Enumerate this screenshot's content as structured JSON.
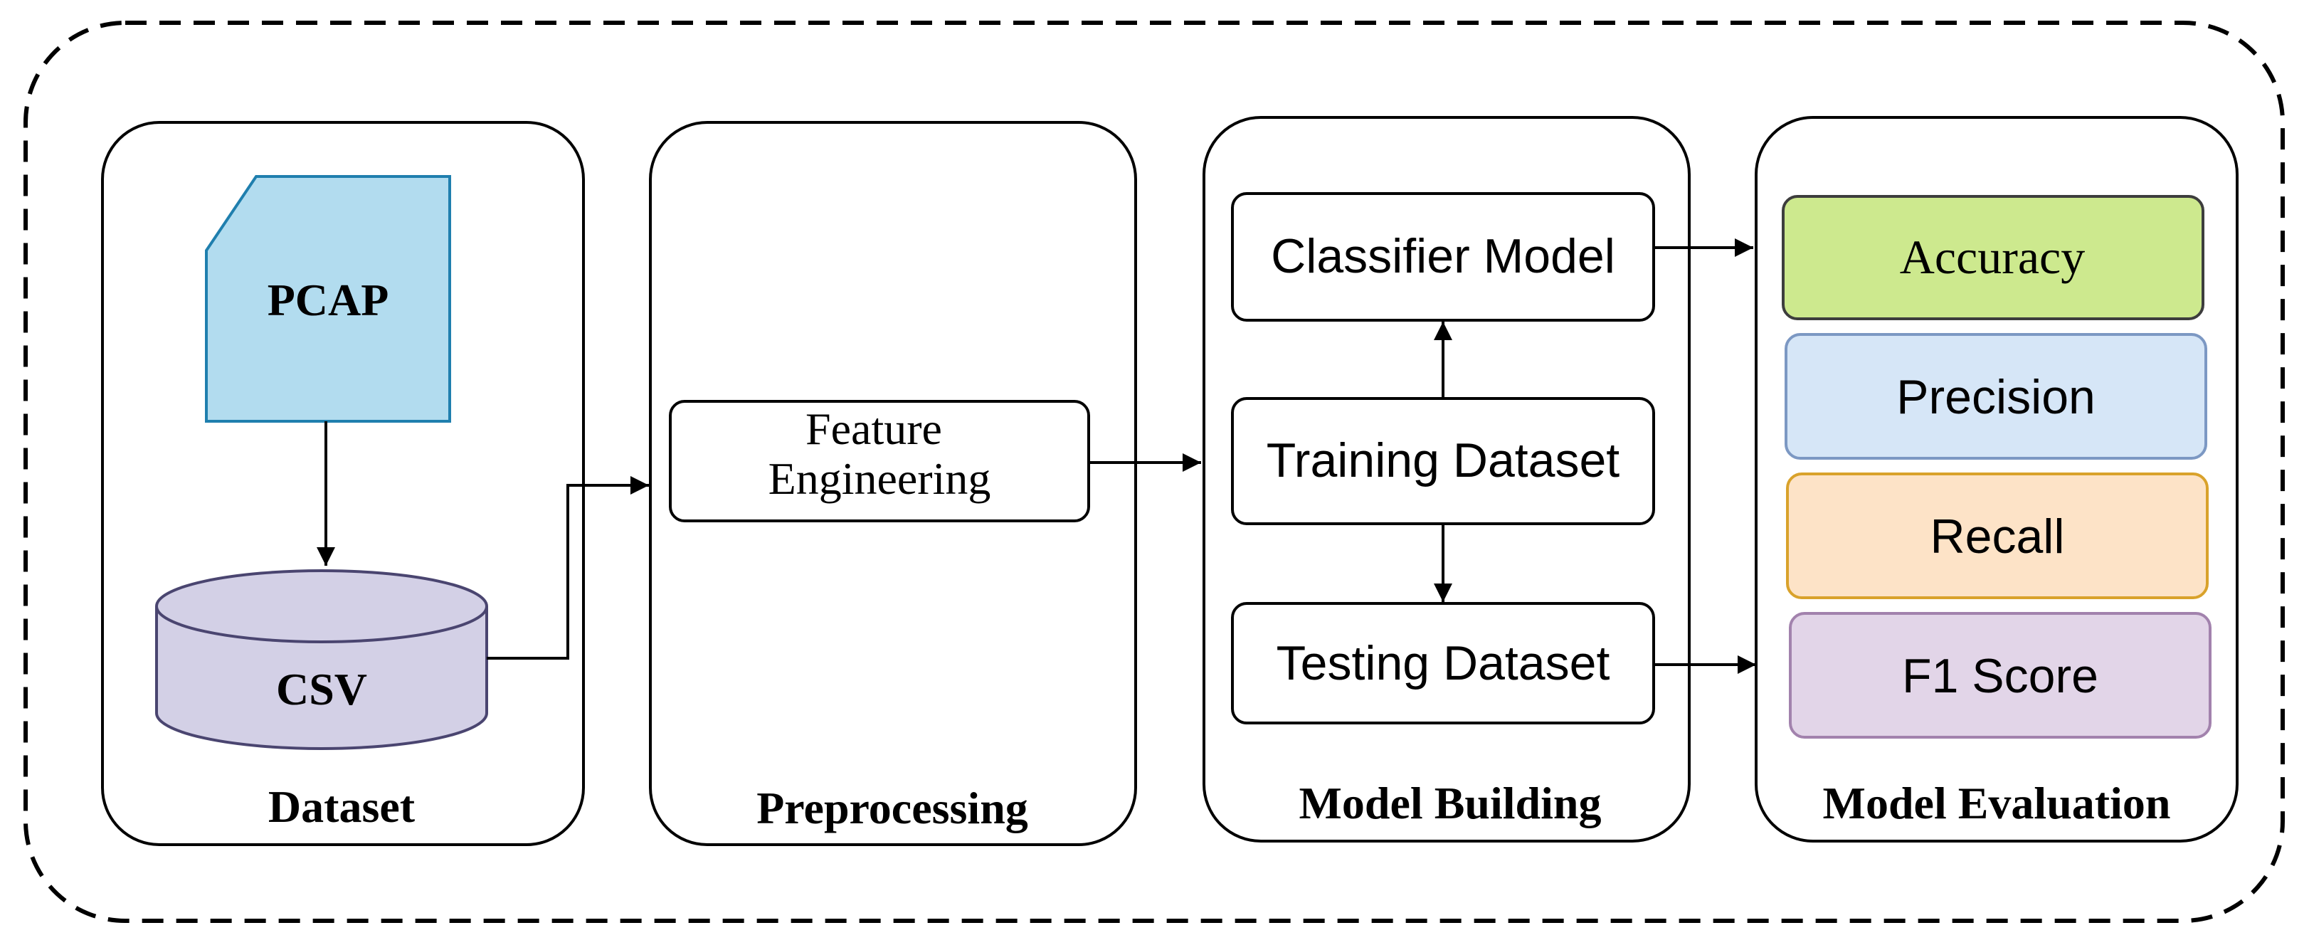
{
  "stages": {
    "dataset": {
      "title": "Dataset"
    },
    "preprocessing": {
      "title": "Preprocessing"
    },
    "model_building": {
      "title": "Model Building"
    },
    "model_evaluation": {
      "title": "Model Evaluation"
    }
  },
  "nodes": {
    "pcap": "PCAP",
    "csv": "CSV",
    "feature_engineering": [
      "Feature",
      "Engineering"
    ],
    "classifier_model": "Classifier Model",
    "training_dataset": "Training Dataset",
    "testing_dataset": "Testing Dataset"
  },
  "metrics": [
    {
      "label": "Accuracy",
      "fill": "#cde98e",
      "stroke": "#3d3d3d"
    },
    {
      "label": "Precision",
      "fill": "#d6e6f7",
      "stroke": "#7c98c3"
    },
    {
      "label": "Recall",
      "fill": "#fde3c7",
      "stroke": "#d9a22b"
    },
    {
      "label": "F1 Score",
      "fill": "#e2d5e8",
      "stroke": "#a282ad"
    }
  ],
  "colors": {
    "pcap_fill": "#b2dcef",
    "pcap_stroke": "#1f7fae",
    "csv_fill": "#d3d0e6",
    "csv_stroke": "#4a4570",
    "line": "#000000"
  }
}
